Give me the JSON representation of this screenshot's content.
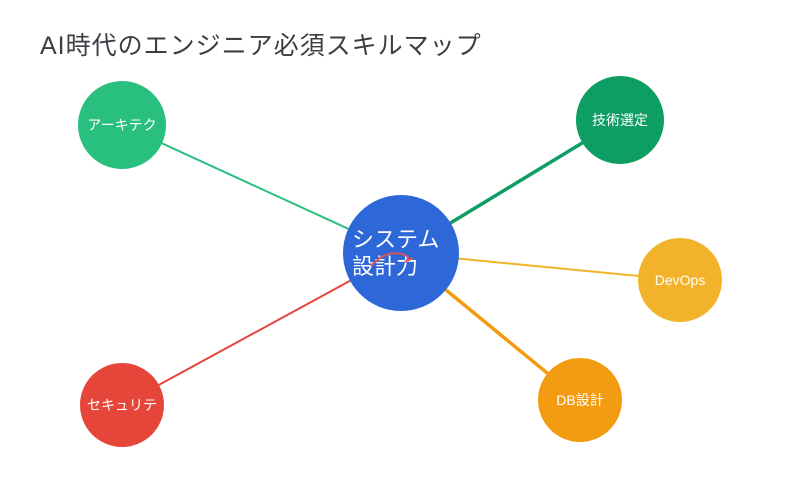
{
  "title": "AI時代のエンジニア必須スキルマップ",
  "colors": {
    "background": "#ffffff",
    "title_text": "#3a3f44",
    "node_text": "#ffffff",
    "scribble": "#e05454"
  },
  "center_node": {
    "label_line1": "システム",
    "label_line2": "設計力",
    "color": "#2d67d8"
  },
  "nodes": [
    {
      "id": "architecture",
      "label": "アーキテク",
      "color": "#29bf7f"
    },
    {
      "id": "techselect",
      "label": "技術選定",
      "color": "#0e9d63"
    },
    {
      "id": "devops",
      "label": "DevOps",
      "color": "#f2b32a"
    },
    {
      "id": "dbdesign",
      "label": "DB設計",
      "color": "#f39c12"
    },
    {
      "id": "security",
      "label": "セキュリテ",
      "color": "#e6453a"
    }
  ]
}
